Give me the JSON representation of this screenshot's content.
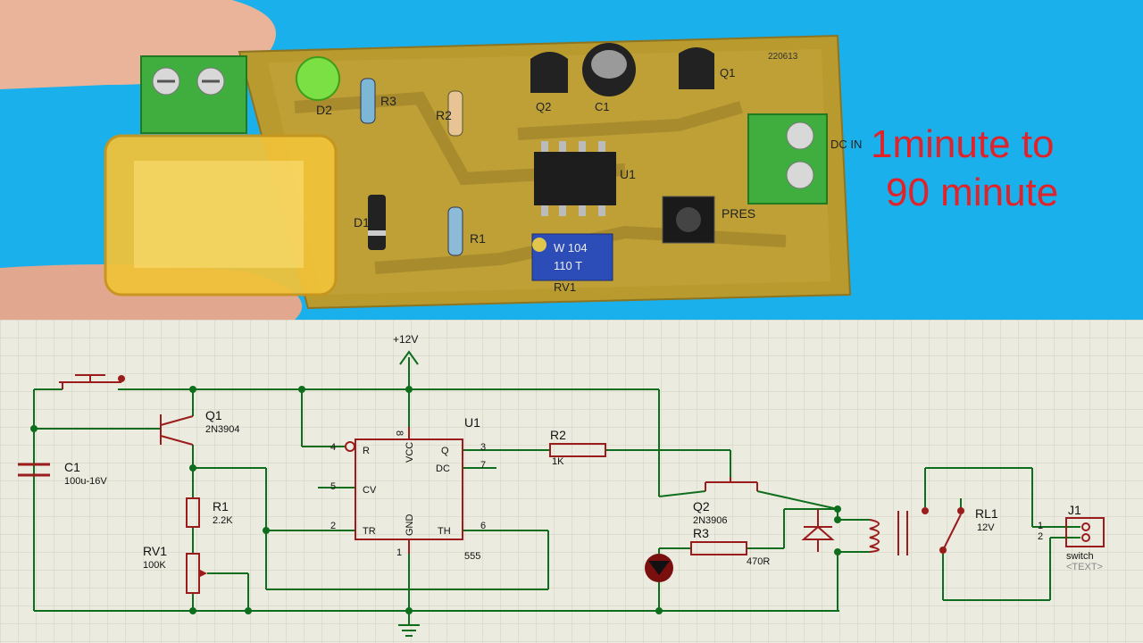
{
  "photo": {
    "title_line1": "1minute to",
    "title_line2": "90 minute",
    "board_labels": {
      "d2": "D2",
      "r3": "R3",
      "r2": "R2",
      "q2": "Q2",
      "c1": "C1",
      "q1": "Q1",
      "d1": "D1",
      "r1": "R1",
      "u1": "U1",
      "rv1": "RV1",
      "pres": "PRES",
      "dc_in": "DC IN",
      "trimmer_a": "W 104",
      "trimmer_b": "110 T",
      "serial": "220613"
    },
    "colors": {
      "background": "#1ab0ec",
      "pcb": "#b89a2e",
      "terminal": "#3fae3f",
      "relay": "#f0c23a",
      "title": "#e0232a"
    }
  },
  "schematic": {
    "supply": "+12V",
    "ic": {
      "ref": "U1",
      "type": "555",
      "pin_R": "R",
      "pin_VCC": "VCC",
      "pin_Q": "Q",
      "pin_DC": "DC",
      "pin_CV": "CV",
      "pin_TR": "TR",
      "pin_GND": "GND",
      "pin_TH": "TH",
      "n4": "4",
      "n8": "8",
      "n3": "3",
      "n7": "7",
      "n5": "5",
      "n2": "2",
      "n1": "1",
      "n6": "6"
    },
    "q1": {
      "ref": "Q1",
      "part": "2N3904"
    },
    "c1": {
      "ref": "C1",
      "value": "100u-16V"
    },
    "r1": {
      "ref": "R1",
      "value": "2.2K"
    },
    "rv1": {
      "ref": "RV1",
      "value": "100K"
    },
    "r2": {
      "ref": "R2",
      "value": "1K"
    },
    "q2": {
      "ref": "Q2",
      "part": "2N3906"
    },
    "r3": {
      "ref": "R3",
      "value": "470R"
    },
    "rl1": {
      "ref": "RL1",
      "value": "12V"
    },
    "j1": {
      "ref": "J1",
      "pin1": "1",
      "pin2": "2",
      "name": "switch",
      "text": "<TEXT>"
    },
    "colors": {
      "wire": "#0f6e1d",
      "part": "#9b1c1c",
      "label": "#111111",
      "grid_bg": "#ecebe0",
      "grid_line": "#cfcfc0"
    }
  }
}
